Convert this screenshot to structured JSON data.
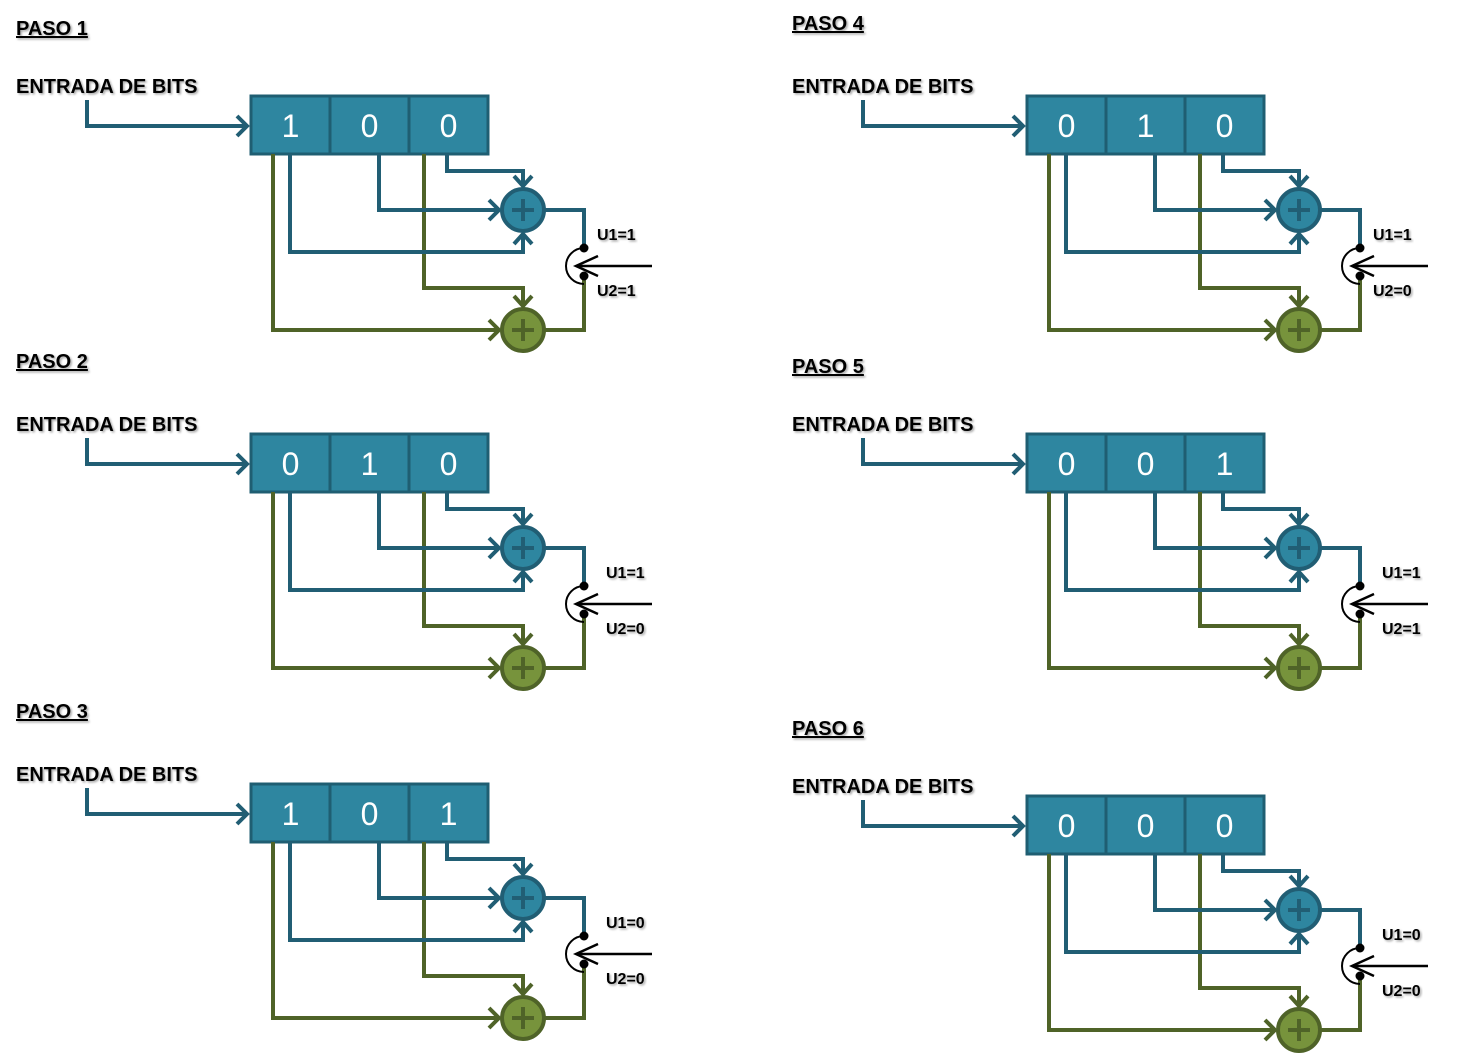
{
  "colors": {
    "register_fill": "#2e86a0",
    "register_stroke": "#1f5e72",
    "blue_line": "#215e74",
    "green_line": "#4f6328",
    "green_fill": "#77933c",
    "blue_adder_fill": "#2e86a0"
  },
  "icons": {
    "adder": "circled-plus",
    "switch": "output-selector-switch"
  },
  "steps": [
    {
      "title": "PASO 1",
      "input_label": "ENTRADA DE BITS",
      "bits": [
        "1",
        "0",
        "0"
      ],
      "u1": "U1=1",
      "u2": "U2=1"
    },
    {
      "title": "PASO 2",
      "input_label": "ENTRADA DE BITS",
      "bits": [
        "0",
        "1",
        "0"
      ],
      "u1": "U1=1",
      "u2": "U2=0"
    },
    {
      "title": "PASO 3",
      "input_label": "ENTRADA DE BITS",
      "bits": [
        "1",
        "0",
        "1"
      ],
      "u1": "U1=0",
      "u2": "U2=0"
    },
    {
      "title": "PASO 4",
      "input_label": "ENTRADA DE BITS",
      "bits": [
        "0",
        "1",
        "0"
      ],
      "u1": "U1=1",
      "u2": "U2=0"
    },
    {
      "title": "PASO 5",
      "input_label": "ENTRADA DE BITS",
      "bits": [
        "0",
        "0",
        "1"
      ],
      "u1": "U1=1",
      "u2": "U2=1"
    },
    {
      "title": "PASO 6",
      "input_label": "ENTRADA DE BITS",
      "bits": [
        "0",
        "0",
        "0"
      ],
      "u1": "U1=0",
      "u2": "U2=0"
    }
  ]
}
